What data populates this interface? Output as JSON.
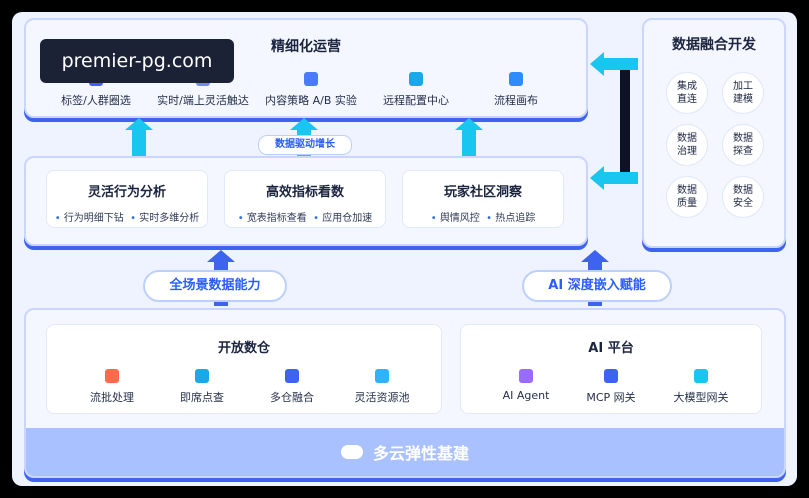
{
  "top": {
    "title": "精细化运营",
    "items": [
      "标签/人群圈选",
      "实时/端上灵活触达",
      "内容策略 A/B 实验",
      "远程配置中心",
      "流程画布"
    ]
  },
  "watermark": "premier-pg.com",
  "middle_badge": "数据驱动增长",
  "middle": {
    "cards": [
      {
        "title": "灵活行为分析",
        "subs": [
          "行为明细下钻",
          "实时多维分析"
        ]
      },
      {
        "title": "高效指标看数",
        "subs": [
          "宽表指标查看",
          "应用仓加速"
        ]
      },
      {
        "title": "玩家社区洞察",
        "subs": [
          "舆情风控",
          "热点追踪"
        ]
      }
    ]
  },
  "right": {
    "title": "数据融合开发",
    "items": [
      "集成\n直连",
      "加工\n建模",
      "数据\n治理",
      "数据\n探查",
      "数据\n质量",
      "数据\n安全"
    ]
  },
  "pills": {
    "left": "全场景数据能力",
    "right": "AI 深度嵌入赋能"
  },
  "bottom": {
    "left": {
      "title": "开放数仓",
      "items": [
        "流批处理",
        "即席点查",
        "多仓融合",
        "灵活资源池"
      ]
    },
    "right": {
      "title": "AI 平台",
      "items": [
        "AI Agent",
        "MCP 网关",
        "大模型网关"
      ]
    },
    "base": "多云弹性基建"
  },
  "colors": {
    "accent": "#3e63f0",
    "arrow": "#19c6f0"
  }
}
